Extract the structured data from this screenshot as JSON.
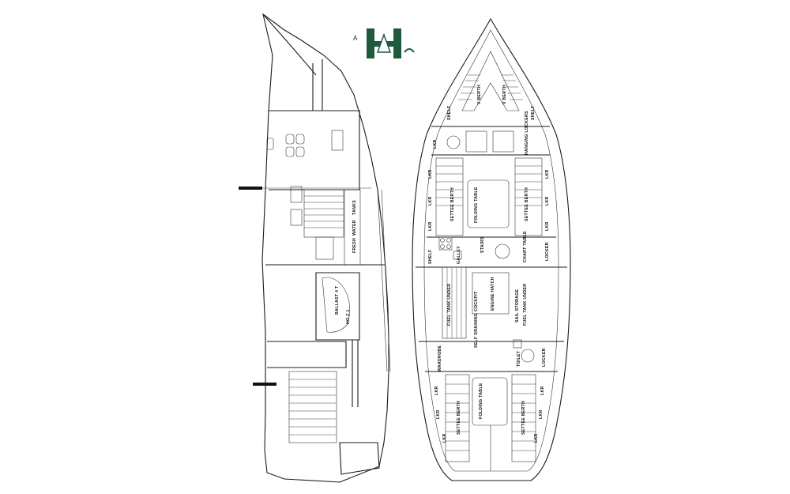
{
  "logo": {
    "text": "AH",
    "color": "#1f5a3c"
  },
  "labels": {
    "lkr": "LKR",
    "shelf": "SHELF",
    "vberth": "V BERTH",
    "hanging_lockers": "HANGING LOCKERS",
    "settee_berth": "SETTEE BERTH",
    "folding_table": "FOLDING TABLE",
    "galley": "GALLEY",
    "stairs": "STAIRS",
    "chart_table": "CHART TABLE",
    "locker": "LOCKER",
    "engine_hatch": "ENGINE HATCH",
    "self_draining_cockpit": "SELF DRAINING COCKPIT",
    "sail_storage": "SAIL STORAGE",
    "fuel_tank_under": "FUEL TANK UNDER",
    "wardrobe": "WARDROBE",
    "toilet": "TOILET",
    "water": "WATER",
    "fresh": "FRESH",
    "tanks": "TANKS",
    "ballast": "BALLAST 4 T",
    "ho": "HO Z 1"
  }
}
